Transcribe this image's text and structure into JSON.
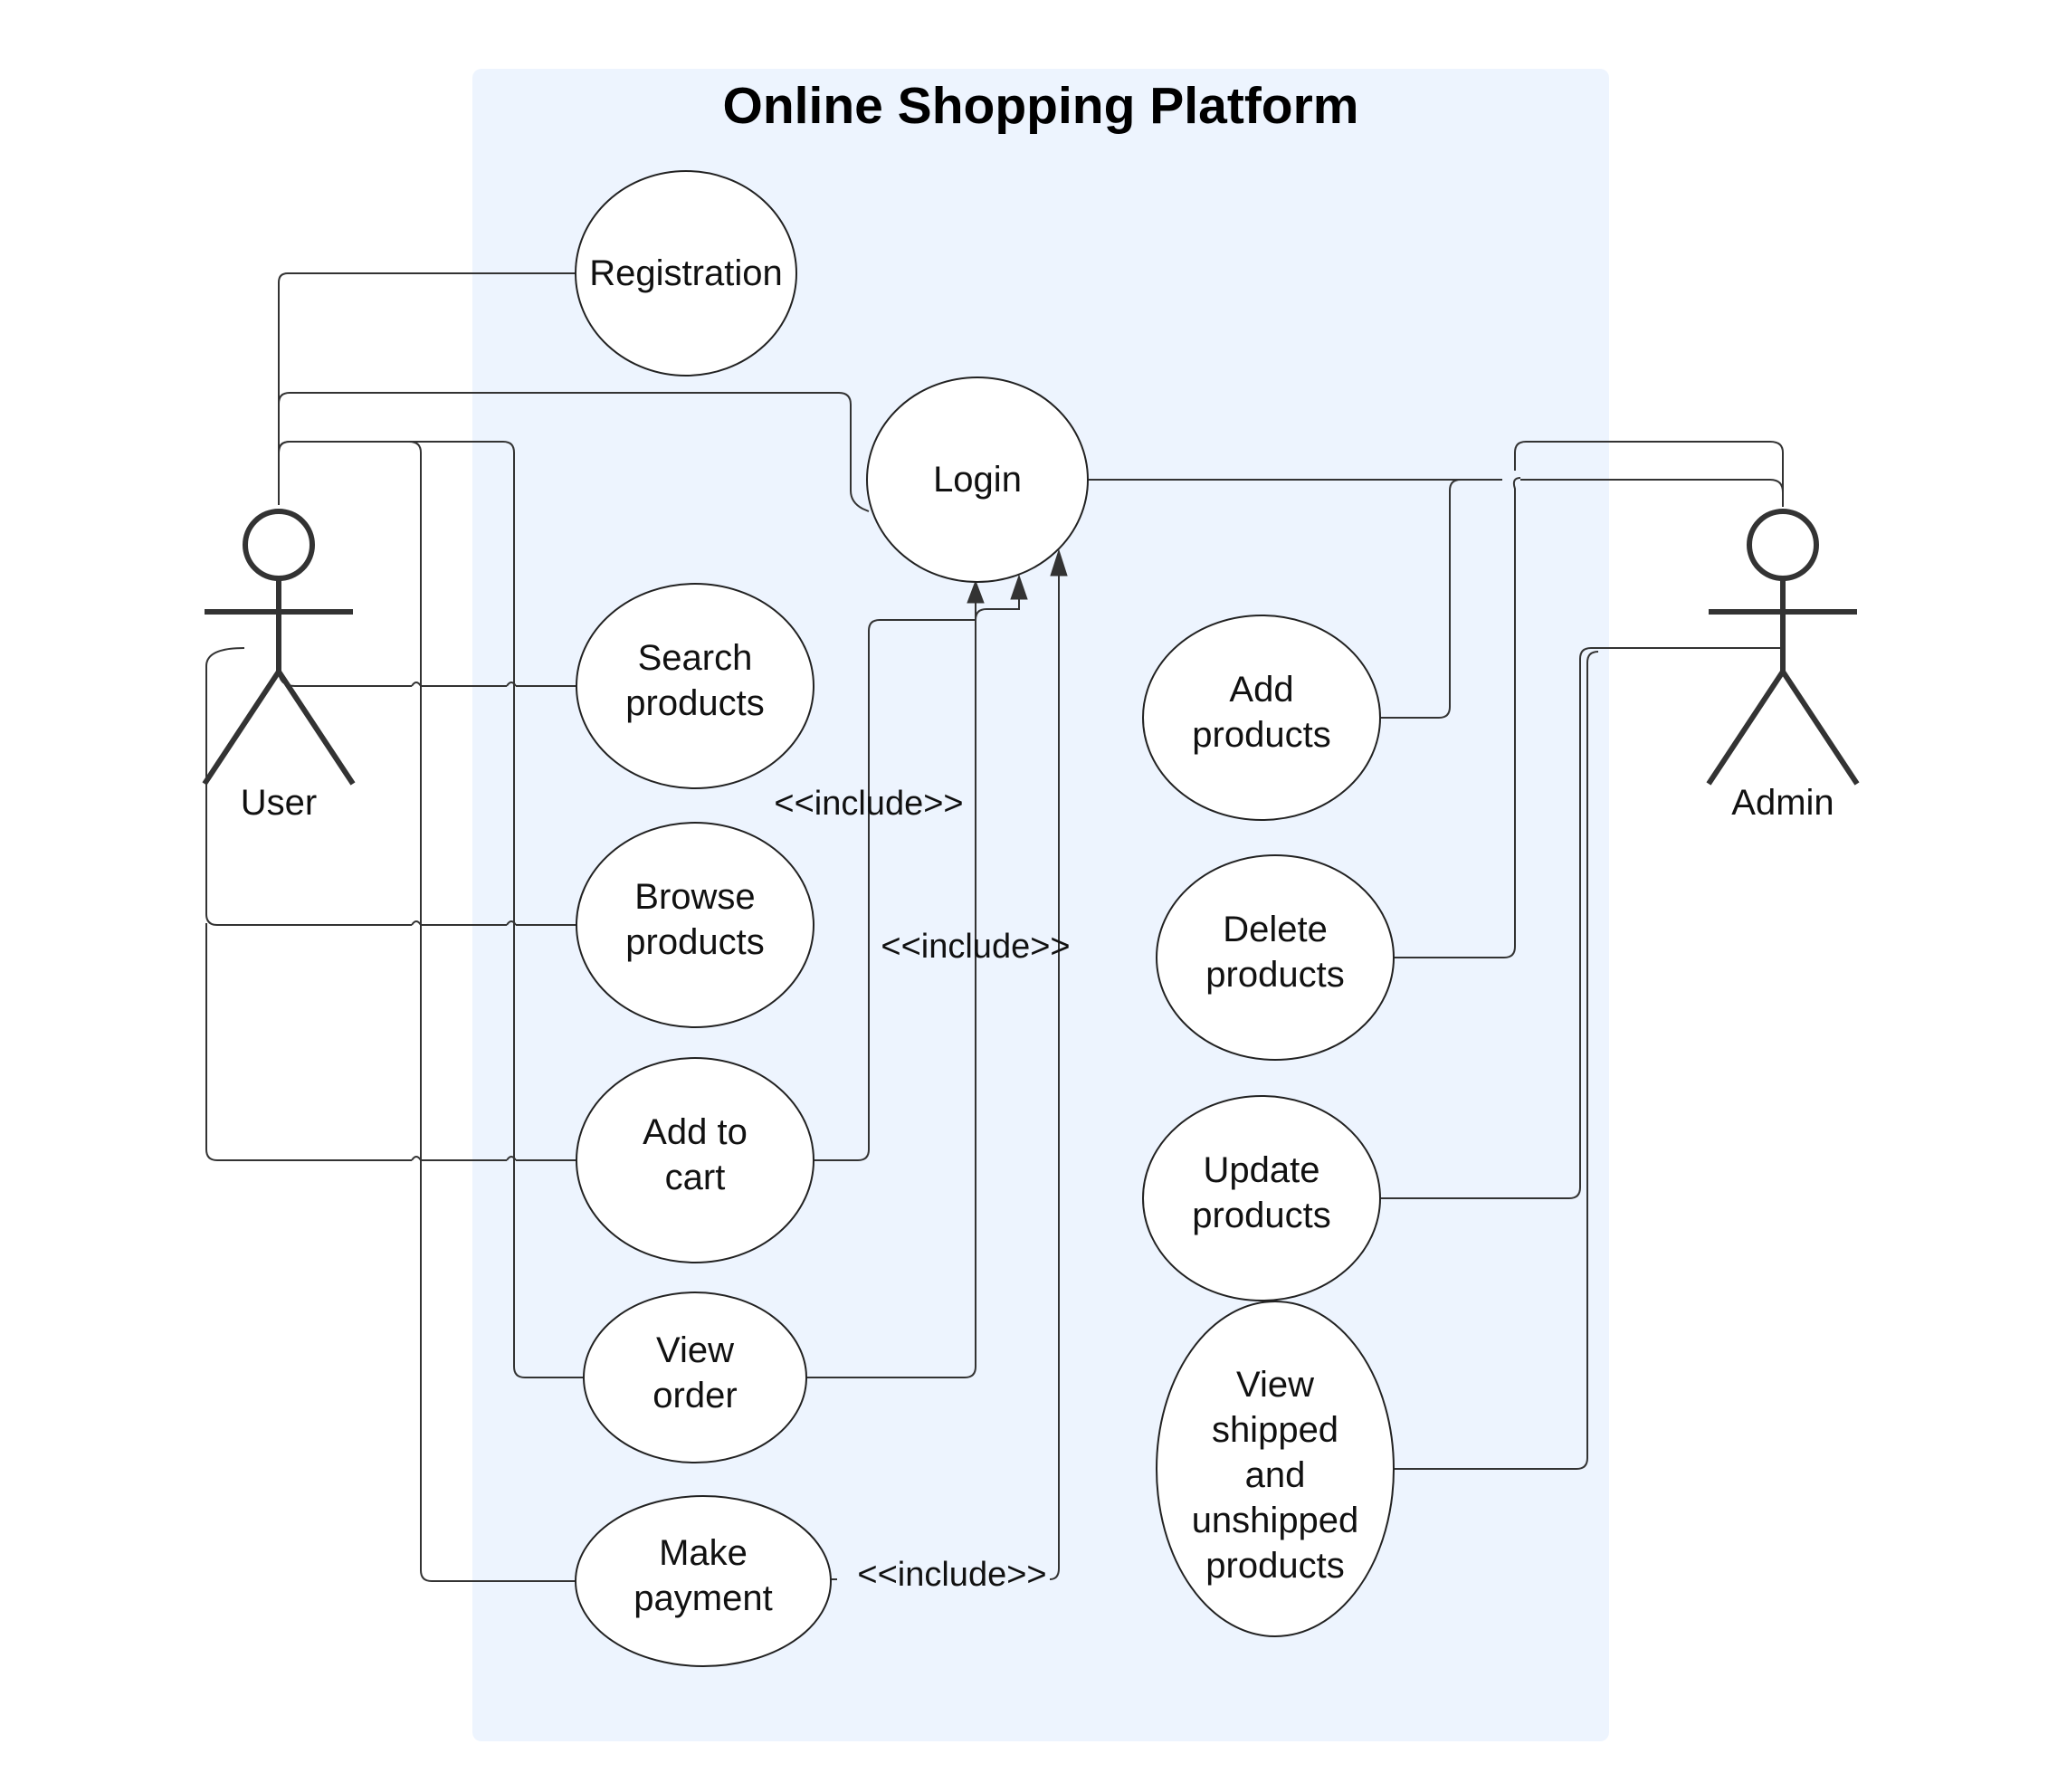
{
  "diagram": {
    "title": "Online Shopping Platform",
    "colors": {
      "system_fill": "#edf4fe",
      "line": "#333333",
      "text": "#111111"
    },
    "actors": {
      "user": {
        "label": "User"
      },
      "admin": {
        "label": "Admin"
      }
    },
    "use_cases": {
      "registration": [
        "Registration"
      ],
      "login": [
        "Login"
      ],
      "search_products": [
        "Search",
        "products"
      ],
      "browse_products": [
        "Browse",
        "products"
      ],
      "add_to_cart": [
        "Add to",
        "cart"
      ],
      "view_order": [
        "View",
        "order"
      ],
      "make_payment": [
        "Make",
        "payment"
      ],
      "add_products": [
        "Add",
        "products"
      ],
      "delete_products": [
        "Delete",
        "products"
      ],
      "update_products": [
        "Update",
        "products"
      ],
      "view_shipped": [
        "View",
        "shipped",
        "and",
        "unshipped",
        "products"
      ]
    },
    "include_labels": {
      "add_to_cart": "<<include>>",
      "view_order": "<<include>>",
      "make_payment": "<<include>>"
    }
  }
}
